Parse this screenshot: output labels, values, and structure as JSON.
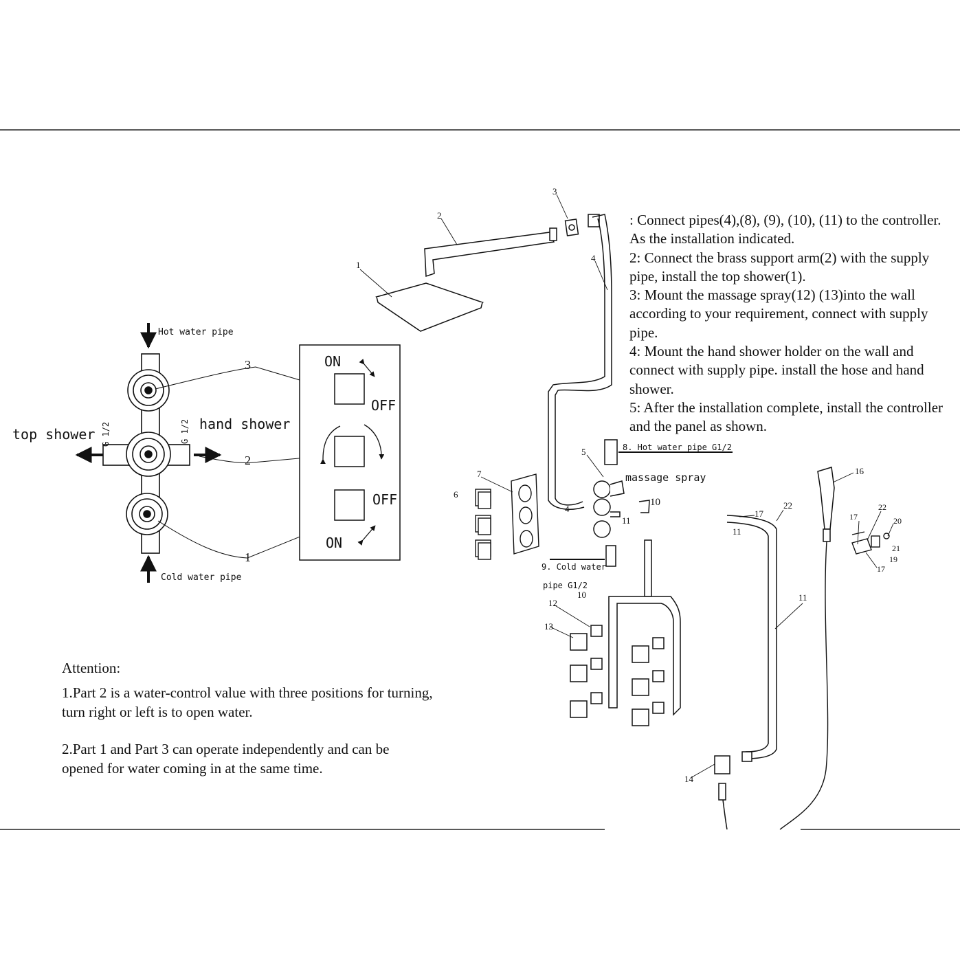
{
  "labels": {
    "top_shower": "top shower",
    "hand_shower": "hand shower",
    "hot_water_pipe": "Hot water pipe",
    "cold_water_pipe": "Cold water pipe",
    "g_half": "G 1/2",
    "on": "ON",
    "off": "OFF",
    "hot_water_pipe_g": "8. Hot water pipe G1/2",
    "cold_water_line1": "9. Cold water",
    "cold_water_line2": "pipe G1/2",
    "massage_spray": "massage spray"
  },
  "callouts": {
    "n1": "1",
    "n2": "2",
    "n3": "3",
    "n4": "4",
    "n5": "5",
    "n6": "6",
    "n7": "7",
    "n10": "10",
    "n11": "11",
    "n12": "12",
    "n13": "13",
    "n14": "14",
    "n16": "16",
    "n17": "17",
    "n19": "19",
    "n20": "20",
    "n21": "21",
    "n22": "22"
  },
  "instructions": [
    ": Connect pipes(4),(8), (9), (10), (11) to the controller. As the installation indicated.",
    "2: Connect the brass support arm(2) with the supply pipe, install the top shower(1).",
    "3: Mount the massage spray(12)   (13)into the wall according to your requirement, connect with supply pipe.",
    "4: Mount the hand shower holder on the wall and connect with supply pipe. install the hose and hand shower.",
    "5: After  the installation complete, install the controller and the panel as shown."
  ],
  "attention": {
    "title": "Attention:",
    "item1": "1.Part 2 is a water-control value with three positions for turning, turn right or left is to open water.",
    "item2": "2.Part 1 and Part 3 can operate independently and can be opened for water coming  in  at the same time."
  }
}
